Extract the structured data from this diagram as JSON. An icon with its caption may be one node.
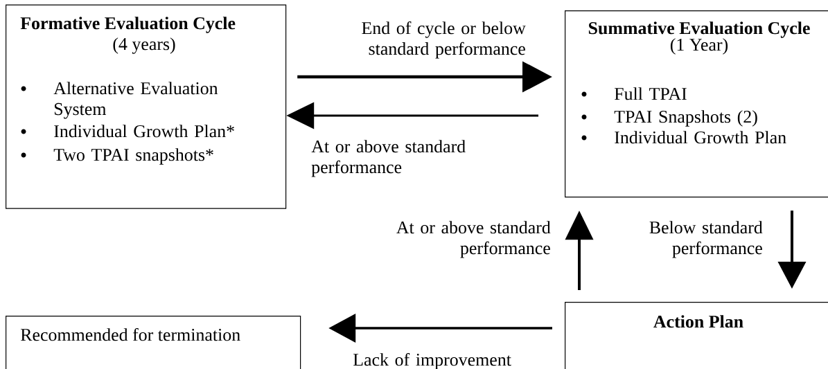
{
  "diagram": {
    "nodes": [
      {
        "text": [
          "Formative Evaluation Cycle",
          "(4 years)",
          "Alternative Evaluation System",
          "Individual Growth Plan*",
          "Two TPAI snapshots*"
        ]
      },
      {
        "text": [
          "Summative Evaluation Cycle",
          "(1 Year)",
          "Full TPAI",
          "TPAI Snapshots (2)",
          "Individual Growth Plan"
        ]
      },
      {
        "text": [
          "Action Plan"
        ]
      },
      {
        "text": [
          "Recommended for termination"
        ]
      }
    ],
    "edges": [
      {
        "from": 0,
        "to": 1,
        "arrow": "to",
        "label": "End of cycle or below standard performance"
      },
      {
        "from": 1,
        "to": 0,
        "arrow": "to",
        "label": "At or above standard performance"
      },
      {
        "from": 2,
        "to": 1,
        "arrow": "to",
        "label": "At or above standard performance"
      },
      {
        "from": 1,
        "to": 2,
        "arrow": "to",
        "label": "Below standard performance"
      },
      {
        "from": 2,
        "to": 3,
        "arrow": "to",
        "label": "Lack of improvement"
      }
    ]
  }
}
